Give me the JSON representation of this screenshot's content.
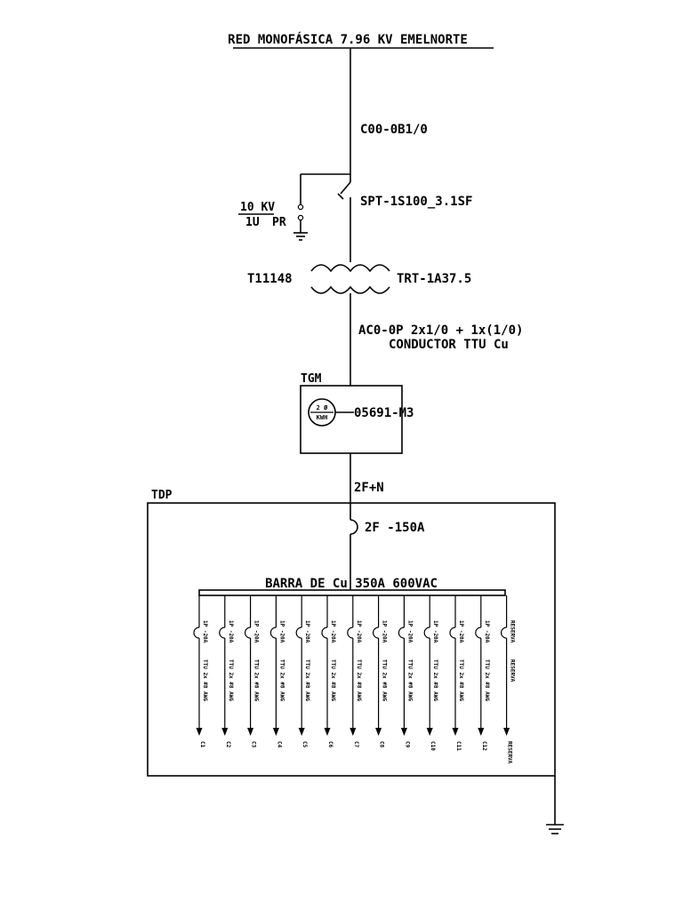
{
  "network_label": "RED MONOFÁSICA 7.96 KV EMELNORTE",
  "primary_conductor": "C00-0B1/0",
  "fuse_label": "SPT-1S100_3.1SF",
  "arrester": {
    "kv": "10 KV",
    "unit": "1U",
    "code": "PR"
  },
  "transformer": {
    "id": "T11148",
    "code": "TRT-1A37.5"
  },
  "secondary": {
    "line1": "AC0-0P 2x1/0 + 1x(1/0)",
    "line2": "CONDUCTOR TTU Cu"
  },
  "meter_box": {
    "label": "TGM",
    "meter_id": "05691-M3",
    "meter_top": "2 Ø",
    "meter_bottom": "KWH"
  },
  "feed": "2F+N",
  "panel": {
    "label": "TDP",
    "main_breaker": "2F -150A",
    "busbar": "BARRA DE Cu 350A 600VAC"
  },
  "circuits": [
    {
      "breaker": "1P -20A",
      "cable": "TTU 2x #8 AWG",
      "name": "C1"
    },
    {
      "breaker": "1P -20A",
      "cable": "TTU 2x #8 AWG",
      "name": "C2"
    },
    {
      "breaker": "1P -20A",
      "cable": "TTU 2x #8 AWG",
      "name": "C3"
    },
    {
      "breaker": "1P -20A",
      "cable": "TTU 2x #8 AWG",
      "name": "C4"
    },
    {
      "breaker": "1P -20A",
      "cable": "TTU 2x #8 AWG",
      "name": "C5"
    },
    {
      "breaker": "1P -20A",
      "cable": "TTU 2x #8 AWG",
      "name": "C6"
    },
    {
      "breaker": "1P -20A",
      "cable": "TTU 2x #8 AWG",
      "name": "C7"
    },
    {
      "breaker": "1P -20A",
      "cable": "TTU 2x #8 AWG",
      "name": "C8"
    },
    {
      "breaker": "1P -20A",
      "cable": "TTU 2x #8 AWG",
      "name": "C9"
    },
    {
      "breaker": "1P -20A",
      "cable": "TTU 2x #8 AWG",
      "name": "C10"
    },
    {
      "breaker": "1P -20A",
      "cable": "TTU 2x #8 AWG",
      "name": "C11"
    },
    {
      "breaker": "1P -20A",
      "cable": "TTU 2x #8 AWG",
      "name": "C12"
    },
    {
      "breaker": "RESERVA",
      "cable": "RESERVA",
      "name": "RESERVA"
    }
  ]
}
